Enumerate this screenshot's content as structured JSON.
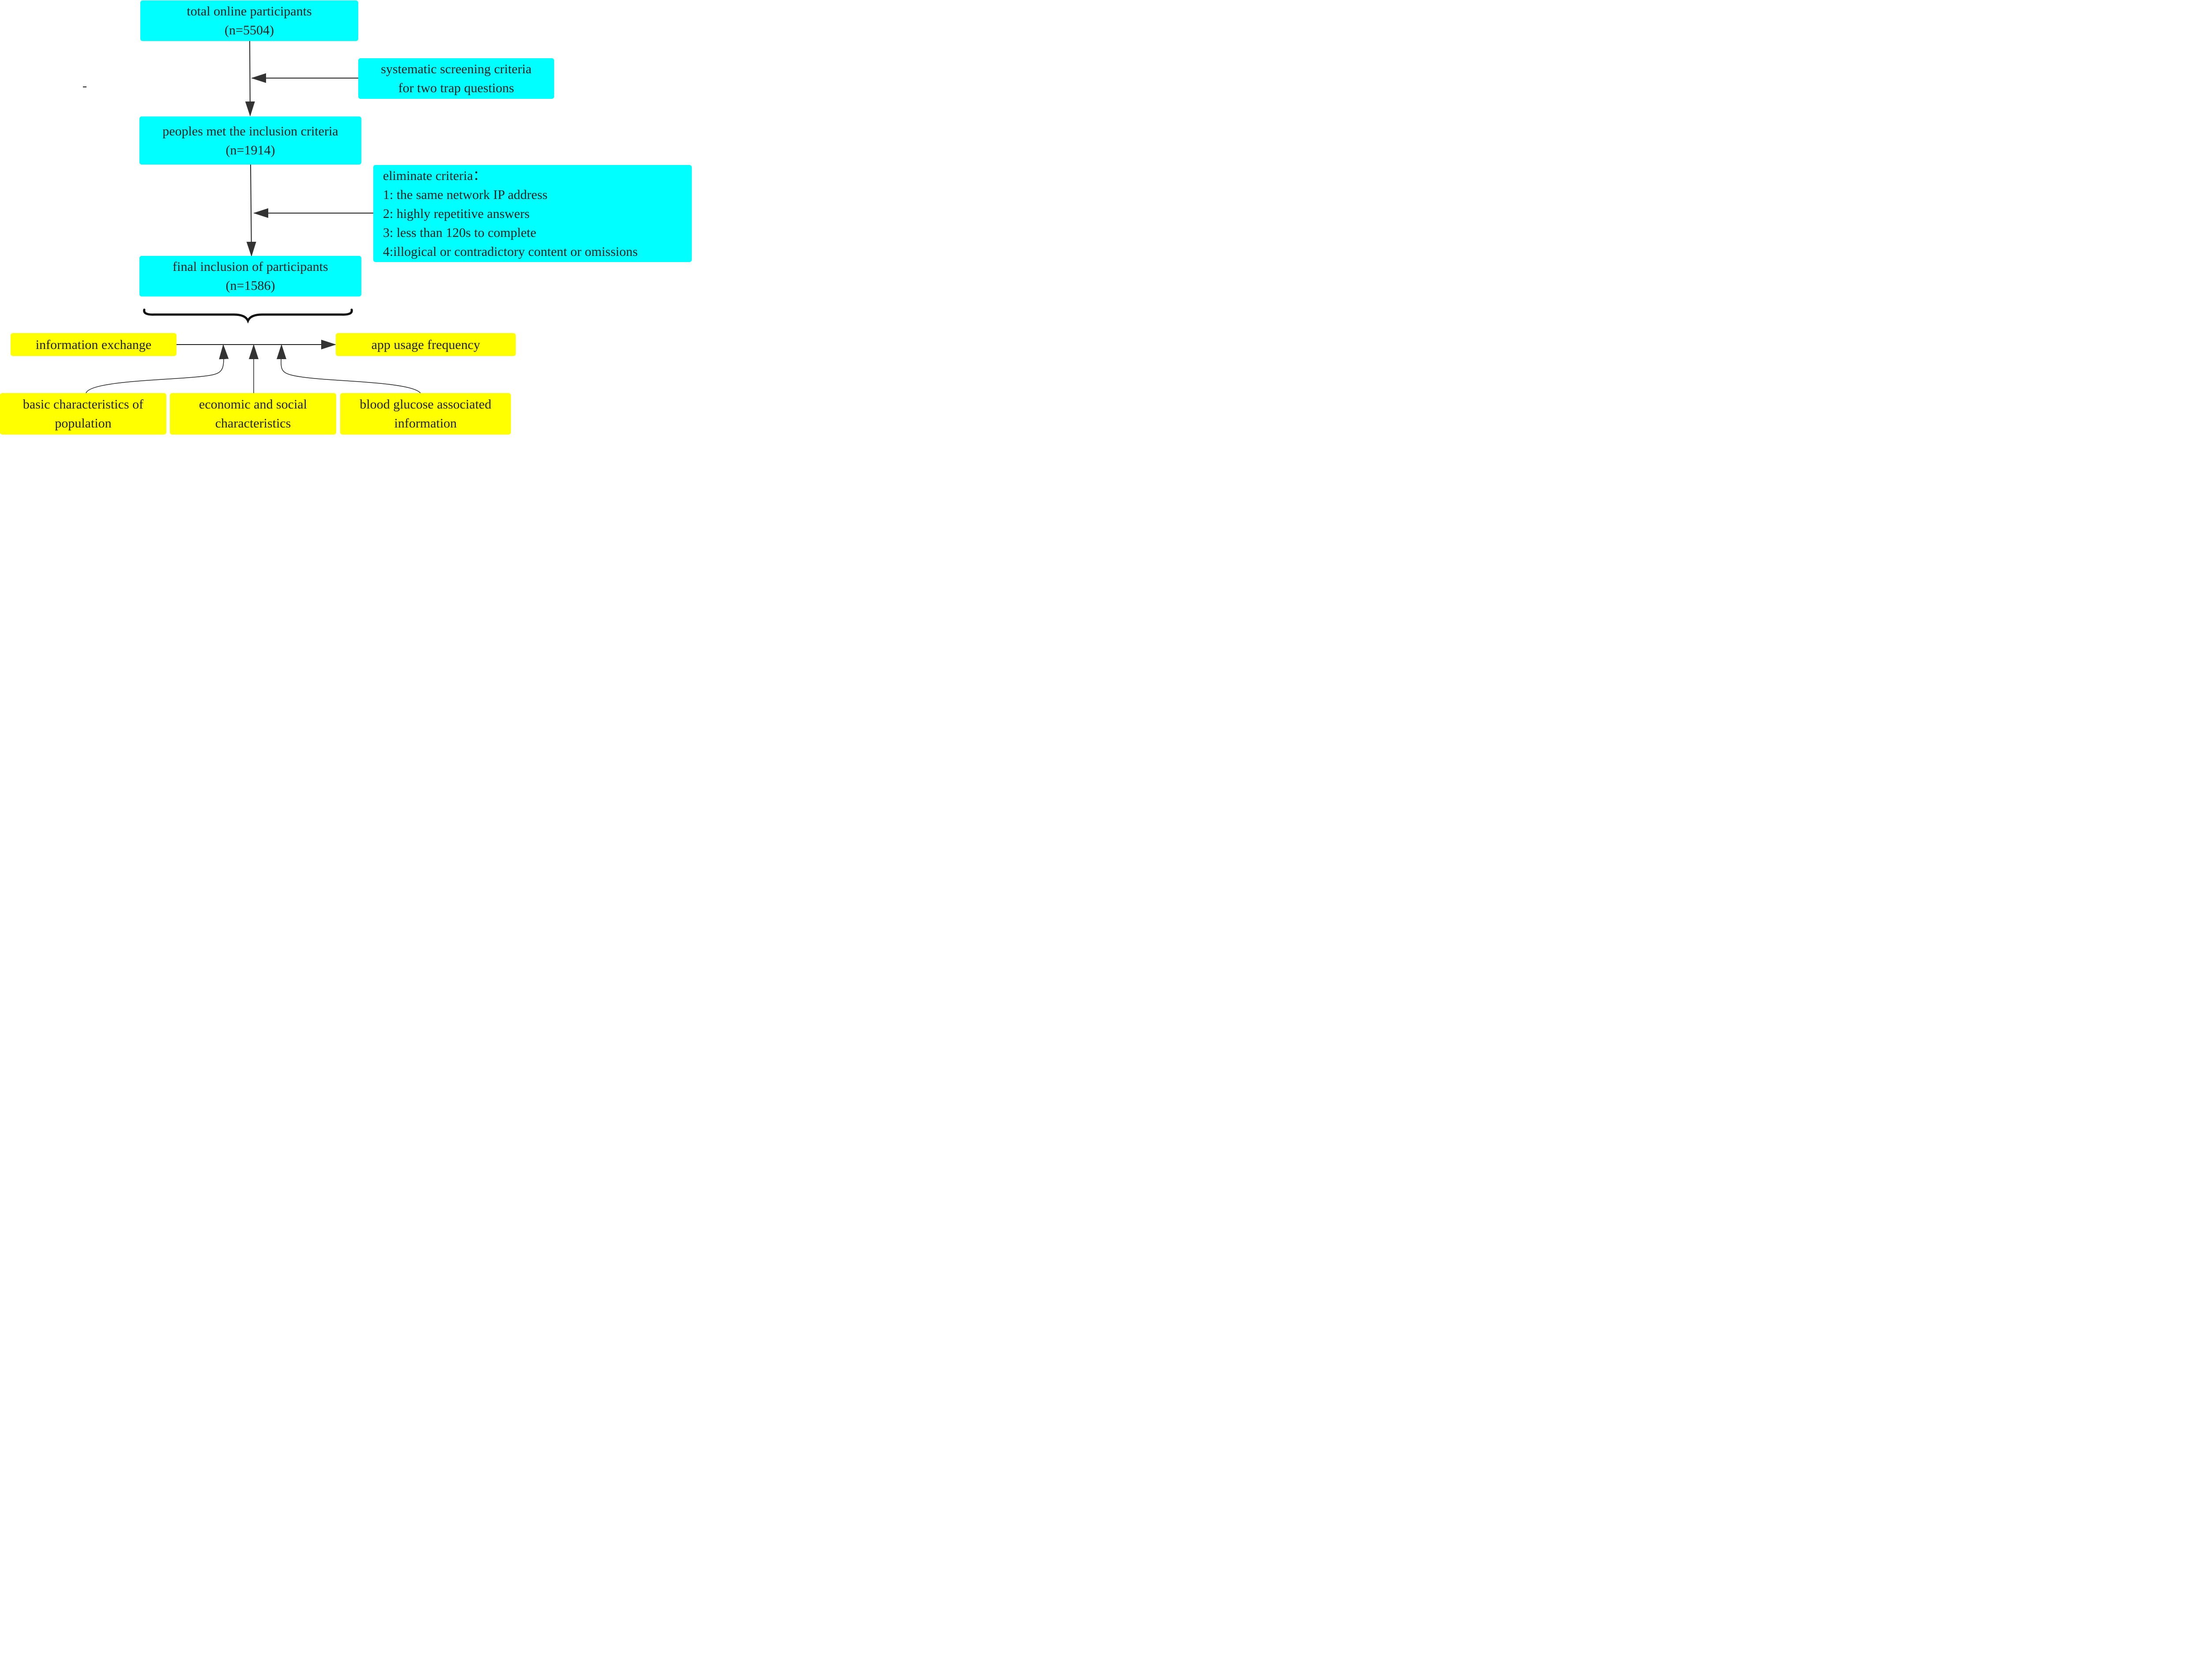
{
  "flow": {
    "total": {
      "title": "total online participants",
      "count": "(n=5504)"
    },
    "screening": {
      "line1": "systematic screening criteria",
      "line2": "for two trap questions"
    },
    "met": {
      "title": "peoples met the inclusion criteria",
      "count": "(n=1914)"
    },
    "eliminate": {
      "title": "eliminate criteria：",
      "items": [
        "1: the same network IP address",
        "2: highly repetitive answers",
        "3: less than 120s to complete",
        "4:illogical or contradictory content or omissions"
      ]
    },
    "final": {
      "title": "final inclusion of participants",
      "count": "(n=1586)"
    }
  },
  "model": {
    "exposure": "information exchange",
    "outcome": "app usage frequency",
    "covariates": [
      {
        "line1": "basic characteristics of",
        "line2": "population"
      },
      {
        "line1": "economic and social",
        "line2": "characteristics"
      },
      {
        "line1": "blood glucose associated",
        "line2": "information"
      }
    ]
  },
  "stray_mark": "-",
  "colors": {
    "cyan_box": "#00ffff",
    "yellow_box": "#ffff00",
    "lines": "#222222",
    "arrowheads": "#333333"
  }
}
